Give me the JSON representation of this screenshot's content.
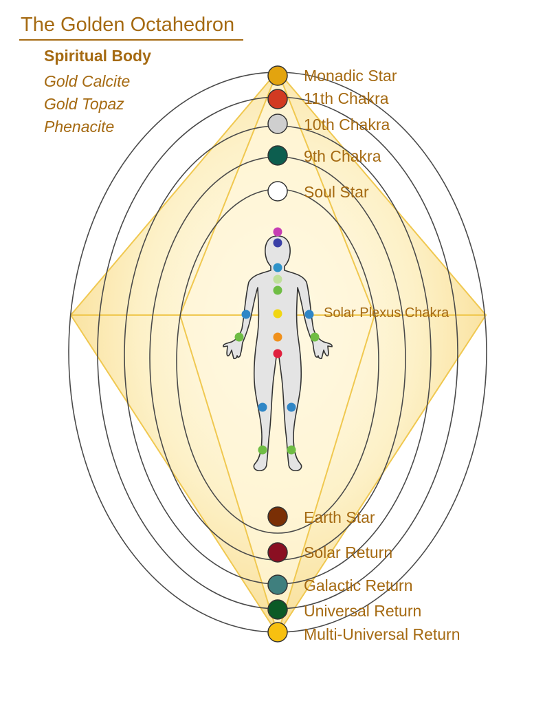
{
  "title": "The Golden Octahedron",
  "body_label": "Spiritual Body",
  "crystals": [
    "Gold Calcite",
    "Gold Topaz",
    "Phenacite"
  ],
  "chakras": [
    {
      "label": "Monadic Star",
      "color": "#e3a40f"
    },
    {
      "label": "11th Chakra",
      "color": "#d23a22"
    },
    {
      "label": "10th Chakra",
      "color": "#cfcfcf"
    },
    {
      "label": "9th Chakra",
      "color": "#0d5e4f"
    },
    {
      "label": "Soul Star",
      "color": "#ffffff"
    },
    {
      "label": "Earth Star",
      "color": "#7a2f05"
    },
    {
      "label": "Solar Return",
      "color": "#8a0f22"
    },
    {
      "label": "Galactic Return",
      "color": "#3f7f7e"
    },
    {
      "label": "Universal Return",
      "color": "#0b5a26"
    },
    {
      "label": "Multi-Universal Return",
      "color": "#f7c010"
    }
  ],
  "body_chakra_colors": [
    "#c63eb4",
    "#3a3fa6",
    "#2f93c9",
    "#bfe09a",
    "#6fbd44",
    "#f1d613",
    "#f0901b",
    "#e0203d"
  ],
  "limb_point_colors": {
    "blue": "#2f86c6",
    "green": "#6fbd44"
  },
  "solar_plexus_label": "Solar Plexus Chakra",
  "colors": {
    "gold_text": "#a56a12",
    "octahedron_fill": "#fcebb4",
    "octahedron_edge": "#f0c850",
    "ring_stroke": "#4a4a4a",
    "figure_fill": "#e4e4e4"
  }
}
